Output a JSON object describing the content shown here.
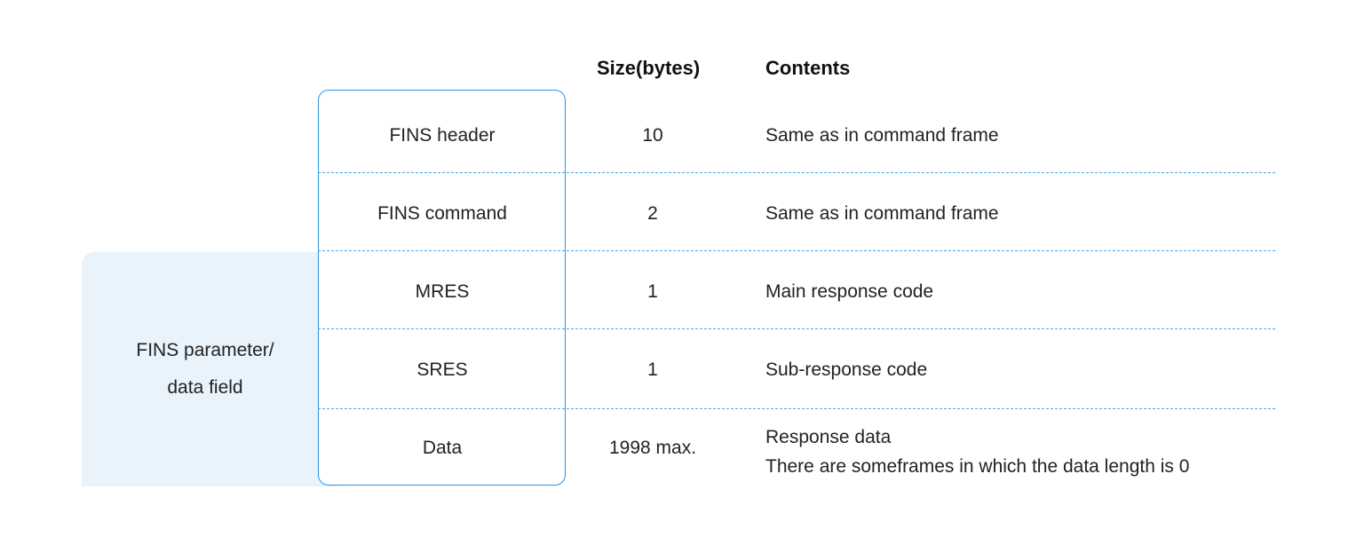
{
  "headers": {
    "size": "Size(bytes)",
    "contents": "Contents"
  },
  "side_label": {
    "line1": "FINS parameter/",
    "line2": "data field"
  },
  "rows": [
    {
      "name": "FINS header",
      "size": "10",
      "contents": "Same as in command frame"
    },
    {
      "name": "FINS command",
      "size": "2",
      "contents": "Same as in command frame"
    },
    {
      "name": "MRES",
      "size": "1",
      "contents": "Main response code"
    },
    {
      "name": "SRES",
      "size": "1",
      "contents": "Sub-response code"
    },
    {
      "name": "Data",
      "size": "1998 max.",
      "contents": "Response data",
      "contents_line2": "There are someframes in which the data length is 0"
    }
  ],
  "colors": {
    "accent": "#2b95e5",
    "side_background": "#e8f3fc"
  }
}
